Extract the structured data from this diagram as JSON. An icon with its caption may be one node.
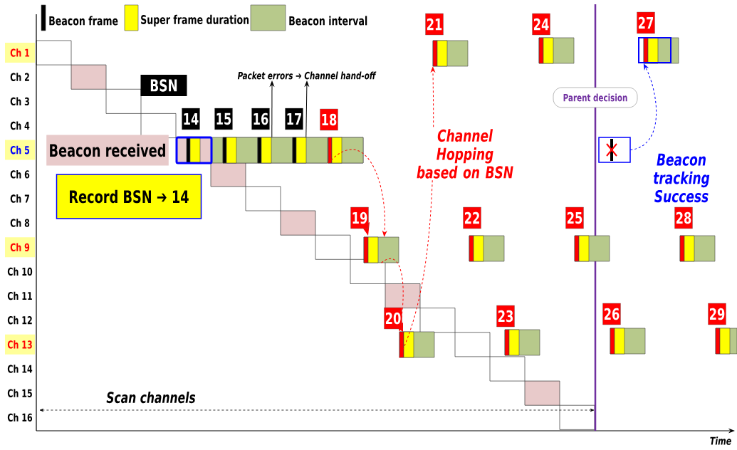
{
  "diagram": {
    "nodes": [
      {
        "text": [
          "21"
        ]
      },
      {
        "text": [
          "24"
        ]
      },
      {
        "text": [
          "27"
        ]
      },
      {
        "text": [],
        "shape": "box"
      },
      {
        "text": [],
        "shape": "box"
      },
      {
        "text": [],
        "shape": "box"
      },
      {
        "text": [
          "BSN"
        ]
      },
      {
        "text": [
          "*Packet errors ➔ Channel hand-off*"
        ]
      },
      {
        "text": [
          "Parent decision"
        ]
      },
      {
        "text": [
          "14"
        ]
      },
      {
        "text": [
          "15"
        ]
      },
      {
        "text": [
          "16"
        ]
      },
      {
        "text": [
          "17"
        ]
      },
      {
        "text": [
          "18"
        ]
      },
      {
        "text": [],
        "shape": "box"
      },
      {
        "text": [],
        "shape": "box"
      },
      {
        "text": [],
        "shape": "box"
      },
      {
        "text": [],
        "shape": "box"
      },
      {
        "text": [],
        "shape": "box"
      },
      {
        "text": [
          "Beacon received"
        ]
      },
      {
        "text": [],
        "shape": "box"
      },
      {
        "text": [
          "Record BSN ➔ 14"
        ]
      },
      {
        "text": [
          "19"
        ]
      },
      {
        "text": [
          "22"
        ]
      },
      {
        "text": [
          "25"
        ]
      },
      {
        "text": [
          "28"
        ]
      },
      {
        "text": [],
        "shape": "box"
      },
      {
        "text": [],
        "shape": "box"
      },
      {
        "text": [],
        "shape": "box"
      },
      {
        "text": [],
        "shape": "box"
      },
      {
        "text": [
          "20"
        ]
      },
      {
        "text": [
          "23"
        ]
      },
      {
        "text": [
          "26"
        ]
      },
      {
        "text": [
          "29"
        ]
      },
      {
        "text": [],
        "shape": "box"
      },
      {
        "text": [],
        "shape": "box"
      },
      {
        "text": [],
        "shape": "box"
      },
      {
        "text": [],
        "shape": "box"
      }
    ],
    "edges": [
      {
        "from": 18,
        "to": 26,
        "arrow": "to",
        "style": "dashed"
      },
      {
        "from": 26,
        "to": 34,
        "arrow": "to",
        "style": "dashed"
      },
      {
        "from": 34,
        "to": 3,
        "arrow": "to",
        "style": "dashed",
        "label": "Channel Hopping based on BSN"
      },
      {
        "from": 20,
        "to": 5,
        "arrow": "to",
        "style": "dashed",
        "color": "#0000ff"
      },
      {
        "from": 16,
        "to": 7,
        "arrow": "to",
        "color": "#000000"
      },
      {
        "from": 17,
        "to": 7,
        "arrow": "to",
        "color": "#000000"
      }
    ],
    "labels": [
      "Ch 1",
      "Ch 2",
      "Ch 3",
      "Ch 4",
      "Ch 5",
      "Ch 6",
      "Ch 7",
      "Ch 8",
      "Ch 9",
      "Ch 10",
      "Ch 11",
      "Ch 12",
      "Ch 13",
      "Ch 14",
      "Ch 15",
      "Ch 16",
      "Beacon tracking Success",
      "Scan channels",
      "Time"
    ],
    "legend": [
      {
        "text": "Beacon frame",
        "color": "#000000"
      },
      {
        "text": "Super frame duration",
        "color": "#ffff00"
      },
      {
        "text": "Beacon interval",
        "color": "#b7c98b"
      }
    ]
  }
}
